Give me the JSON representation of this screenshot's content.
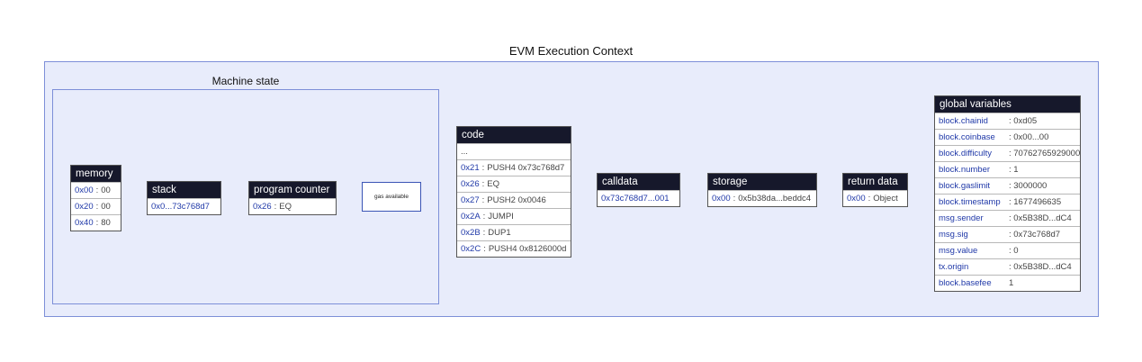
{
  "title": "EVM Execution Context",
  "machine_state": {
    "title": "Machine state",
    "memory": {
      "header": "memory",
      "rows": [
        {
          "key": "0x00",
          "value": "00"
        },
        {
          "key": "0x20",
          "value": "00"
        },
        {
          "key": "0x40",
          "value": "80"
        }
      ]
    },
    "stack": {
      "header": "stack",
      "rows": [
        {
          "key": "0x0...73c768d7"
        }
      ]
    },
    "program_counter": {
      "header": "program counter",
      "rows": [
        {
          "key": "0x26",
          "value": "EQ"
        }
      ]
    },
    "gas": {
      "label": "gas available"
    }
  },
  "code": {
    "header": "code",
    "rows": [
      {
        "key": "...",
        "value": ""
      },
      {
        "key": "0x21",
        "value": "PUSH4 0x73c768d7"
      },
      {
        "key": "0x26",
        "value": "EQ"
      },
      {
        "key": "0x27",
        "value": "PUSH2 0x0046"
      },
      {
        "key": "0x2A",
        "value": "JUMPI"
      },
      {
        "key": "0x2B",
        "value": "DUP1"
      },
      {
        "key": "0x2C",
        "value": "PUSH4 0x8126000d"
      }
    ]
  },
  "calldata": {
    "header": "calldata",
    "rows": [
      {
        "key": "0x73c768d7...001"
      }
    ]
  },
  "storage": {
    "header": "storage",
    "rows": [
      {
        "key": "0x00",
        "value": "0x5b38da...beddc4"
      }
    ]
  },
  "return_data": {
    "header": "return data",
    "rows": [
      {
        "key": "0x00",
        "value": "Object"
      }
    ]
  },
  "global_variables": {
    "header": "global variables",
    "rows": [
      {
        "key": "block.chainid",
        "value": ": 0xd05"
      },
      {
        "key": "block.coinbase",
        "value": ": 0x00...00"
      },
      {
        "key": "block.difficulty",
        "value": ": 70762765929000"
      },
      {
        "key": "block.number",
        "value": ": 1"
      },
      {
        "key": "block.gaslimit",
        "value": ": 3000000"
      },
      {
        "key": "block.timestamp",
        "value": ": 1677496635"
      },
      {
        "key": "msg.sender",
        "value": ": 0x5B38D...dC4"
      },
      {
        "key": "msg.sig",
        "value": ": 0x73c768d7"
      },
      {
        "key": "msg.value",
        "value": ": 0"
      },
      {
        "key": "tx.origin",
        "value": ": 0x5B38D...dC4"
      },
      {
        "key": "block.basefee",
        "value": "1"
      }
    ]
  }
}
